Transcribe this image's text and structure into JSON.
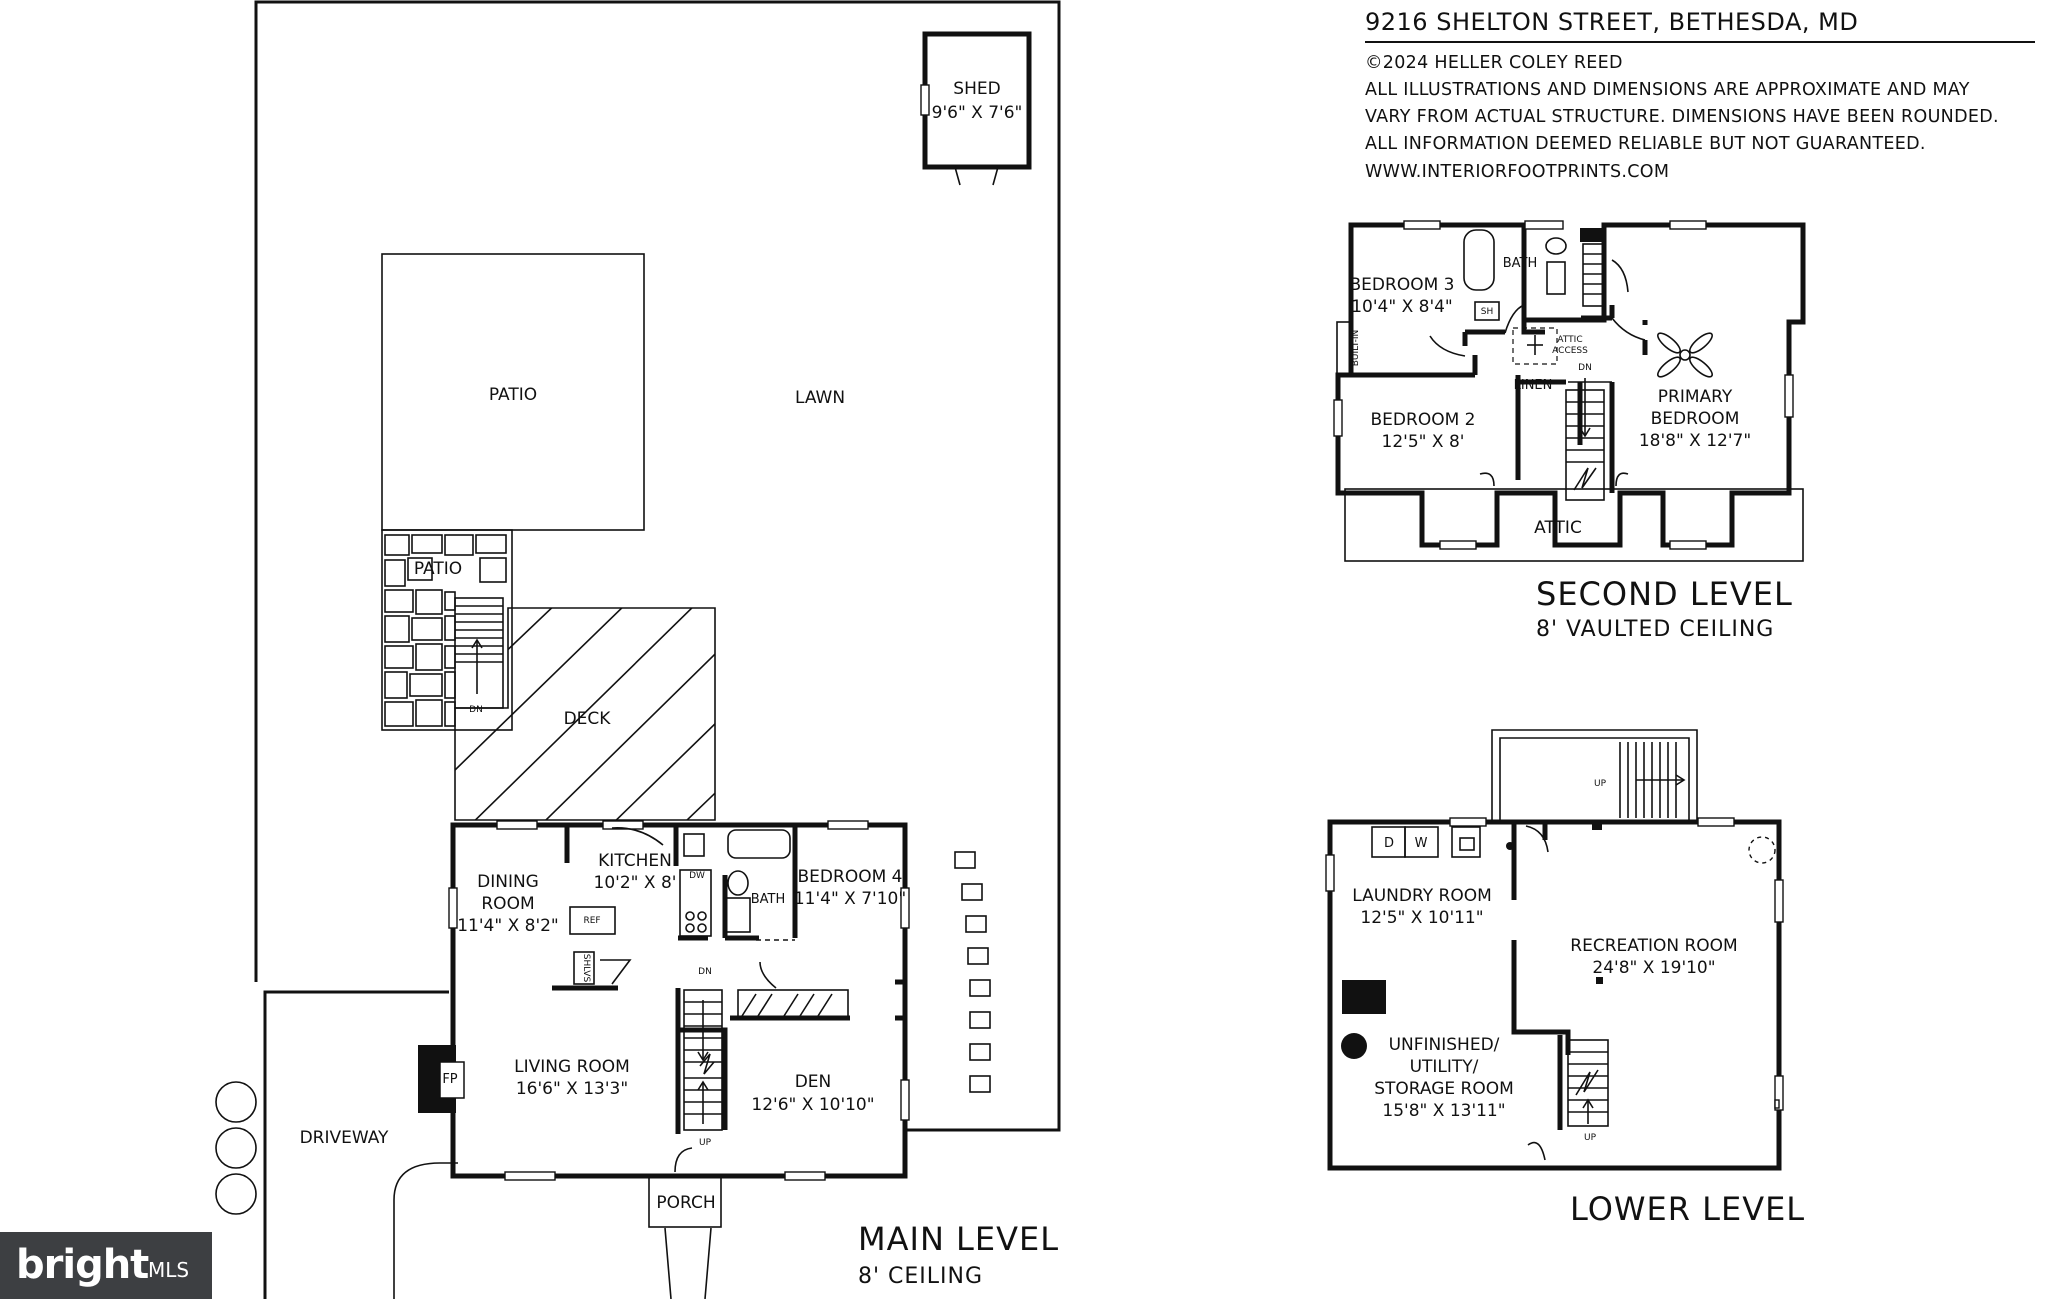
{
  "header": {
    "address": "9216 SHELTON STREET, BETHESDA, MD",
    "copyright": "©2024 HELLER COLEY REED",
    "disclaimer_1": "ALL ILLUSTRATIONS AND DIMENSIONS ARE APPROXIMATE AND MAY",
    "disclaimer_2": "VARY FROM ACTUAL STRUCTURE. DIMENSIONS HAVE BEEN ROUNDED.",
    "disclaimer_3": "ALL INFORMATION DEEMED RELIABLE BUT NOT GUARANTEED.",
    "website": "WWW.INTERIORFOOTPRINTS.COM"
  },
  "main_level": {
    "title": "MAIN LEVEL",
    "ceiling": "8' CEILING",
    "shed": {
      "name": "SHED",
      "dims": "9'6\" X 7'6\""
    },
    "patio": "PATIO",
    "stone_patio": "PATIO",
    "lawn": "LAWN",
    "deck": "DECK",
    "dining": {
      "name_1": "DINING",
      "name_2": "ROOM",
      "dims": "11'4\" X 8'2\""
    },
    "kitchen": {
      "name": "KITCHEN",
      "dims": "10'2\" X 8'"
    },
    "bath": "BATH",
    "bedroom4": {
      "name": "BEDROOM 4",
      "dims": "11'4\" X 7'10\""
    },
    "living": {
      "name": "LIVING ROOM",
      "dims": "16'6\" X 13'3\""
    },
    "den": {
      "name": "DEN",
      "dims": "12'6\" X 10'10\""
    },
    "driveway": "DRIVEWAY",
    "porch": "PORCH",
    "fp": "FP",
    "ref": "REF",
    "dw": "DW",
    "shlvs": "SHLVS",
    "dn": "DN",
    "up": "UP",
    "deck_dn": "DN"
  },
  "second_level": {
    "title": "SECOND LEVEL",
    "ceiling": "8' VAULTED CEILING",
    "bedroom3": {
      "name": "BEDROOM 3",
      "dims": "10'4\" X 8'4\""
    },
    "bath": "BATH",
    "sh": "SH",
    "builtin": "BUILT-IN",
    "attic_access_1": "ATTIC",
    "attic_access_2": "ACCESS",
    "linen": "LINEN",
    "dn": "DN",
    "bedroom2": {
      "name": "BEDROOM 2",
      "dims": "12'5\" X 8'"
    },
    "primary": {
      "name_1": "PRIMARY",
      "name_2": "BEDROOM",
      "dims": "18'8\" X 12'7\""
    },
    "attic": "ATTIC"
  },
  "lower_level": {
    "title": "LOWER LEVEL",
    "laundry": {
      "name": "LAUNDRY ROOM",
      "dims": "12'5\" X 10'11\""
    },
    "recreation": {
      "name": "RECREATION ROOM",
      "dims": "24'8\" X 19'10\""
    },
    "utility": {
      "name_1": "UNFINISHED/",
      "name_2": "UTILITY/",
      "name_3": "STORAGE ROOM",
      "dims": "15'8\" X 13'11\""
    },
    "d": "D",
    "w": "W",
    "up_top": "UP",
    "up_bottom": "UP"
  },
  "brand": {
    "logo_text": "bright",
    "suffix": "MLS"
  }
}
